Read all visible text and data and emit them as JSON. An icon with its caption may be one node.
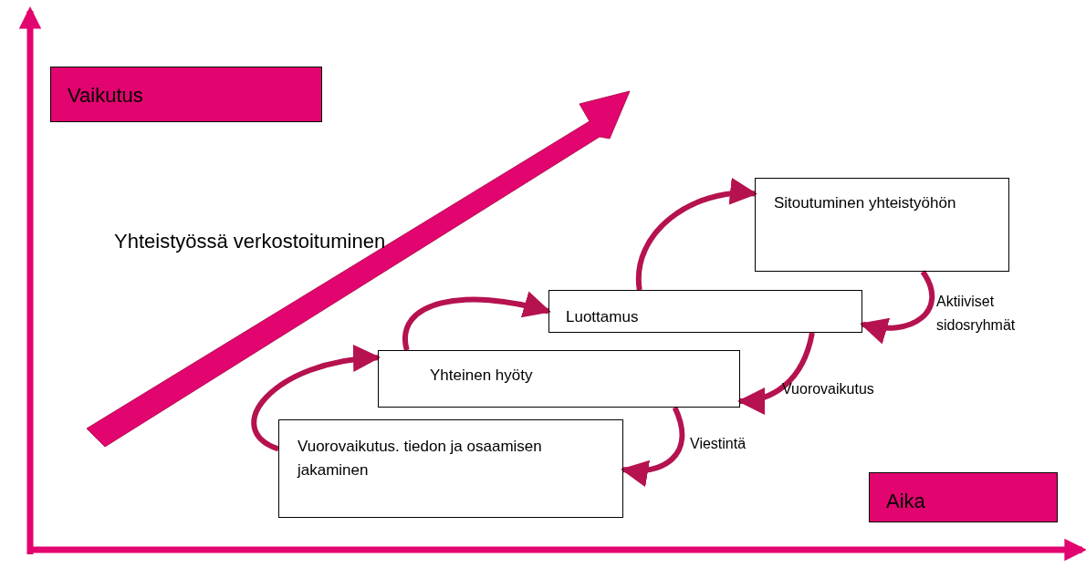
{
  "diagram": {
    "nodes": [
      {
        "text": [
          "Vaikutus"
        ]
      },
      {
        "text": [
          "Aika"
        ]
      },
      {
        "text": [
          "Vuorovaikutus. tiedon ja osaamisen jakaminen"
        ]
      },
      {
        "text": [
          "Yhteinen hyöty"
        ]
      },
      {
        "text": [
          "Luottamus"
        ]
      },
      {
        "text": [
          "Sitoutuminen yhteistyöhön"
        ]
      }
    ],
    "edges": [
      {
        "from": 2,
        "to": 3,
        "arrow": "to"
      },
      {
        "from": 3,
        "to": 4,
        "arrow": "to"
      },
      {
        "from": 4,
        "to": 5,
        "arrow": "to"
      },
      {
        "from": 5,
        "to": 4,
        "arrow": "to",
        "label": "Aktiiviset sidosryhmät"
      },
      {
        "from": 4,
        "to": 3,
        "arrow": "to",
        "label": "Vuorovaikutus"
      },
      {
        "from": 3,
        "to": 2,
        "arrow": "to",
        "label": "Viestintä"
      }
    ],
    "labels": [
      "Yhteistyössä verkostoituminen"
    ]
  }
}
